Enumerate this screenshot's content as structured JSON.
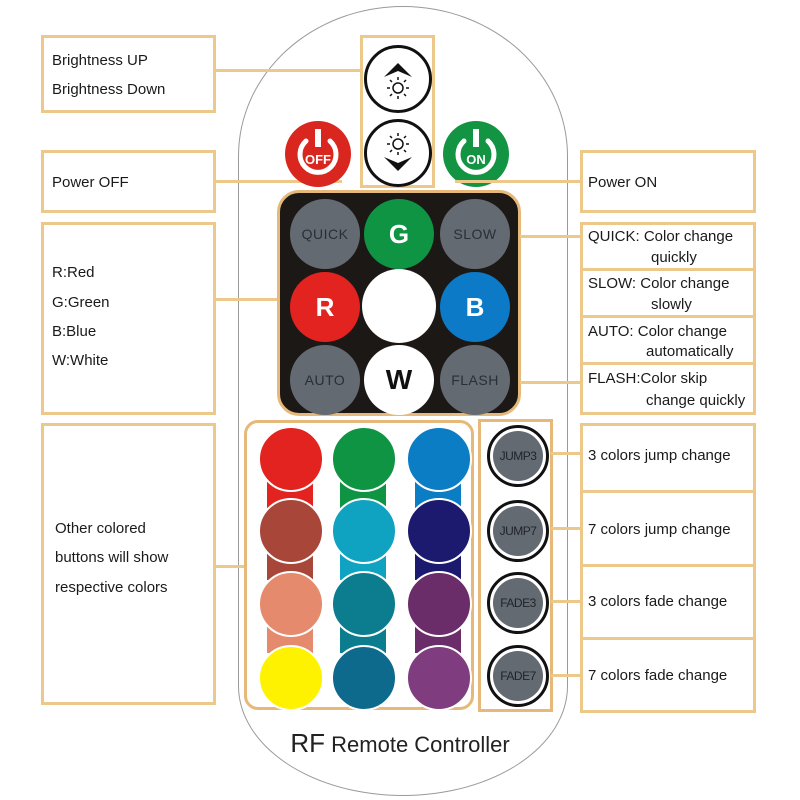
{
  "title": {
    "prefix": "RF",
    "text": "Remote Controller"
  },
  "callouts": {
    "brightness": [
      "Brightness UP",
      "Brightness Down"
    ],
    "power_off": "Power OFF",
    "power_on": "Power ON",
    "rgbw": [
      "R:Red",
      "G:Green",
      "B:Blue",
      "W:White"
    ],
    "other_colors": [
      "Other colored",
      "buttons will show",
      "respective colors"
    ],
    "modes": [
      {
        "line1": "QUICK: Color change",
        "line2": "quickly"
      },
      {
        "line1": "SLOW: Color change",
        "line2": "slowly"
      },
      {
        "line1": "AUTO: Color change",
        "line2": "automatically"
      },
      {
        "line1": "FLASH:Color skip",
        "line2": "change quickly"
      }
    ],
    "effects": [
      "3 colors jump change",
      "7 colors jump change",
      "3 colors fade change",
      "7 colors fade change"
    ]
  },
  "buttons": {
    "power_off": {
      "label": "OFF",
      "color": "#d9261f"
    },
    "power_on": {
      "label": "ON",
      "color": "#139443"
    },
    "pad": {
      "quick": "QUICK",
      "g": "G",
      "slow": "SLOW",
      "r": "R",
      "b": "B",
      "auto": "AUTO",
      "w": "W",
      "flash": "FLASH"
    },
    "pad_colors": {
      "g": "#0f9444",
      "r": "#e2231f",
      "b": "#0c7ac6",
      "center": "#ffffff",
      "w": "#ffffff",
      "gray": "#646a72"
    },
    "color_grid": [
      [
        "#e2231f",
        "#0f9444",
        "#0b7dc5"
      ],
      [
        "#a9463a",
        "#10a3c1",
        "#1b1a6e"
      ],
      [
        "#e58a6c",
        "#0b7d8e",
        "#6a2d6a"
      ],
      [
        "#fff200",
        "#0d6a8d",
        "#7f3d7f"
      ]
    ],
    "effects": [
      "JUMP3",
      "JUMP7",
      "FADE3",
      "FADE7"
    ]
  }
}
